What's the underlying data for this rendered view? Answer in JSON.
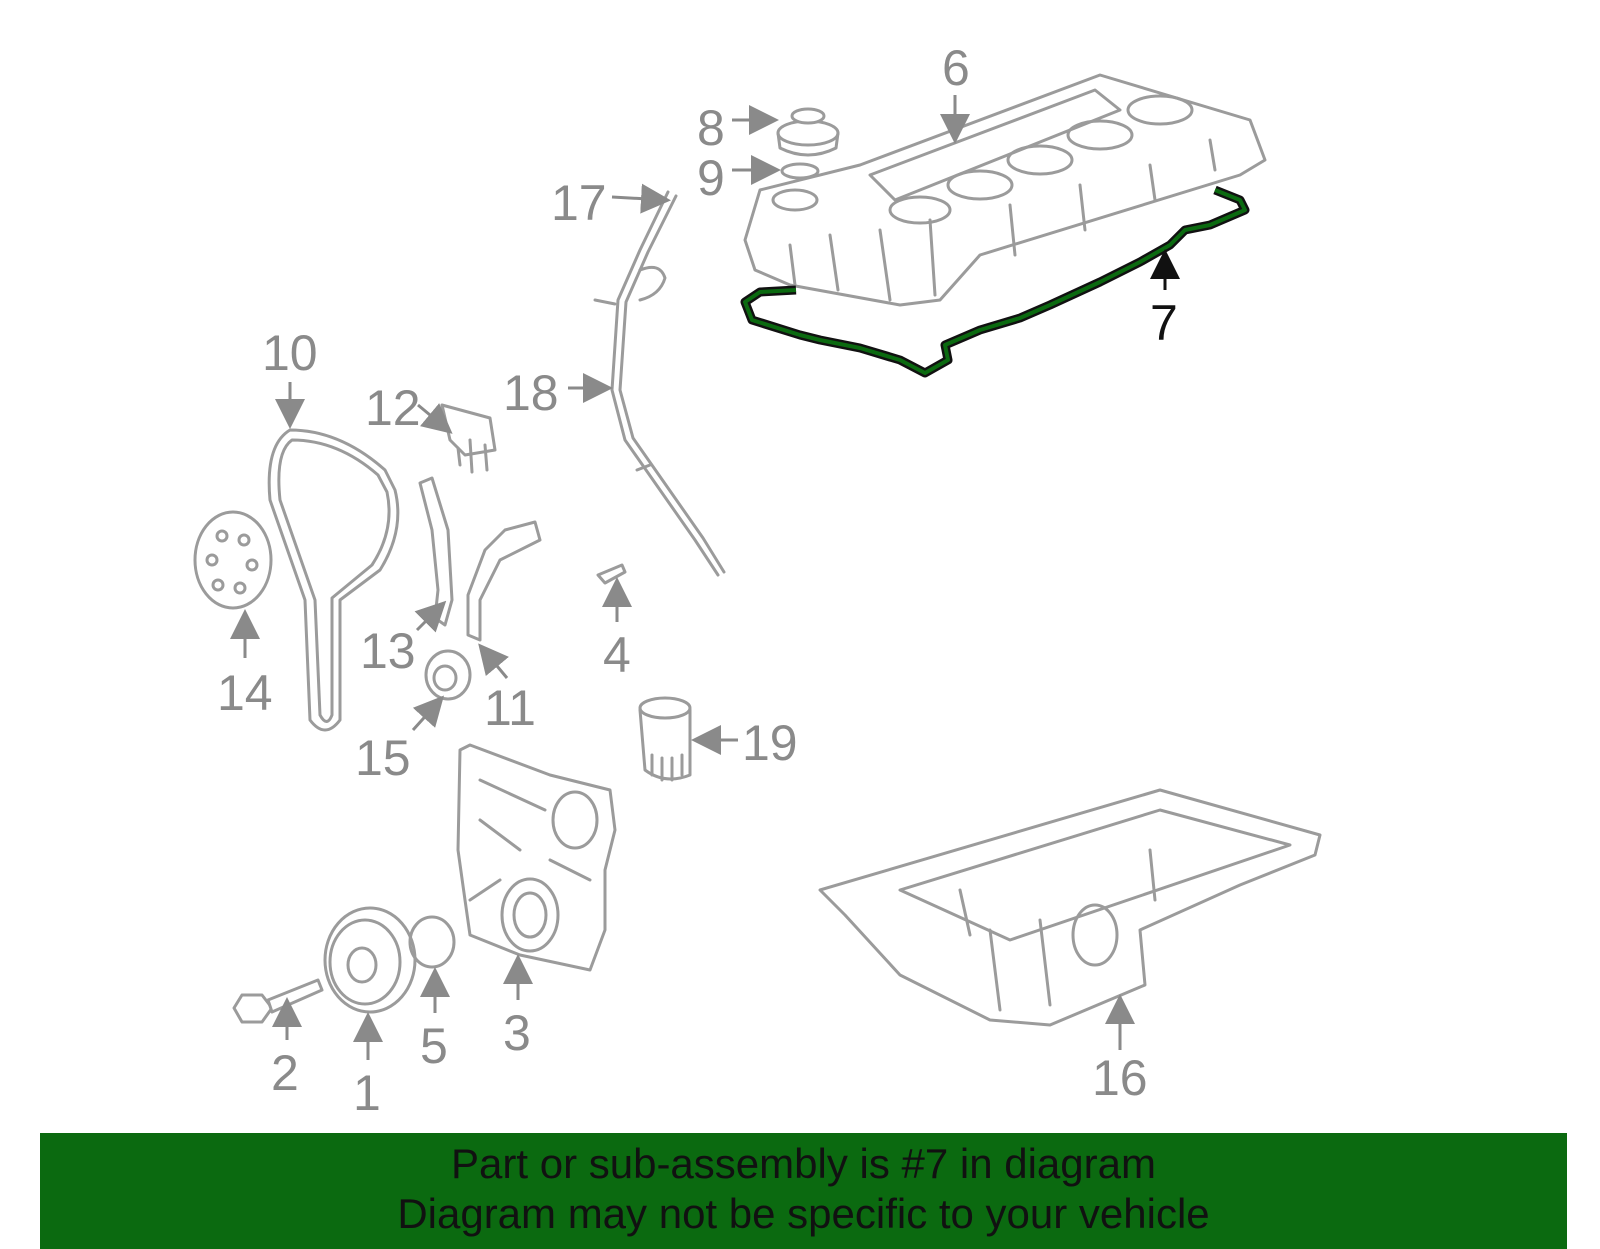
{
  "callouts": [
    "1",
    "2",
    "3",
    "4",
    "5",
    "6",
    "7",
    "8",
    "9",
    "10",
    "11",
    "12",
    "13",
    "14",
    "15",
    "16",
    "17",
    "18",
    "19"
  ],
  "highlight_part": "7",
  "colors": {
    "highlight": "#0b6a10",
    "part_line": "#9b9b9b",
    "label": "#8a8a8a",
    "banner": "#0b6a10"
  },
  "banner": {
    "line1": "Part or sub-assembly is #7 in diagram",
    "line2": "Diagram may not be specific to your vehicle"
  }
}
